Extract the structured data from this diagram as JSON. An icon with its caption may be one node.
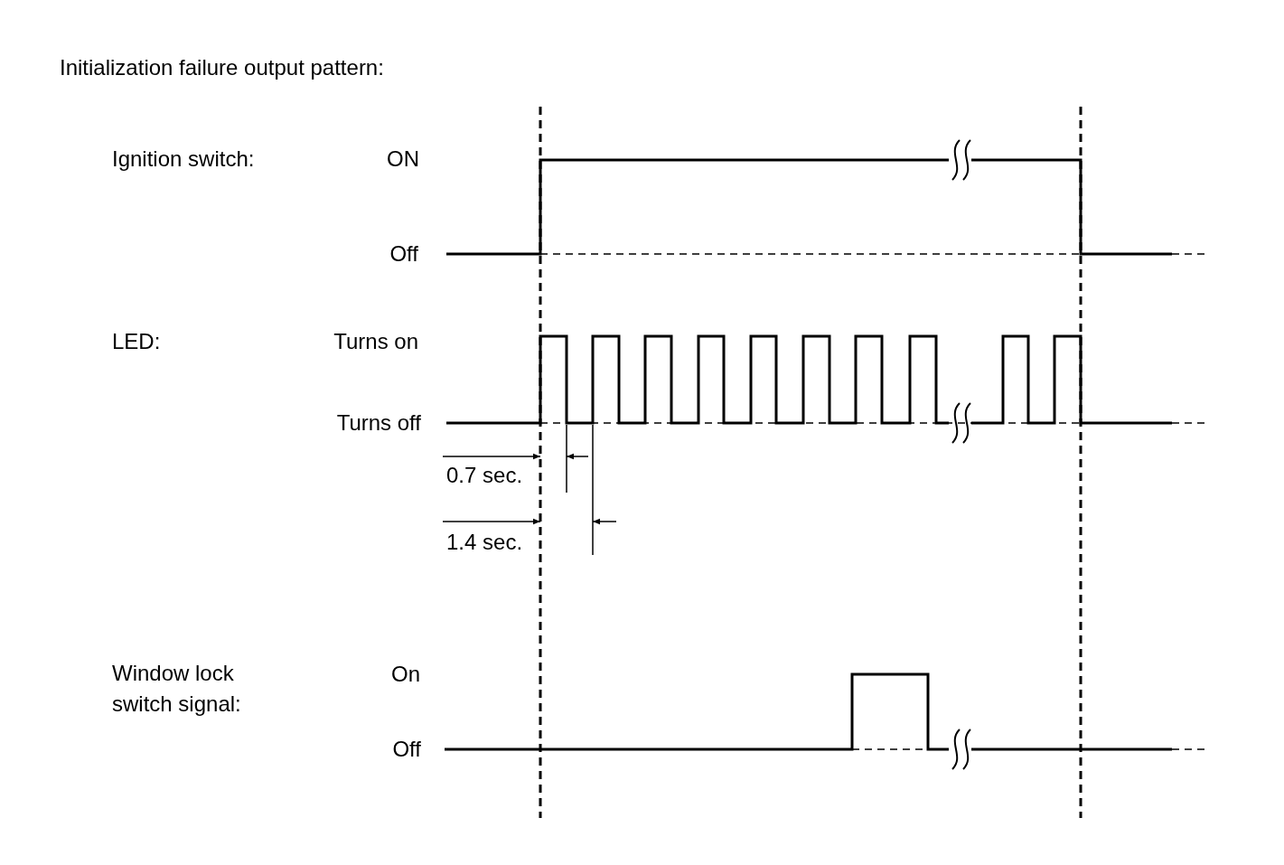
{
  "diagram": {
    "title": "Initialization failure output pattern:",
    "labels": [
      "Ignition switch:",
      "ON",
      "Off",
      "LED:",
      "Turns on",
      "Turns off",
      "0.7 sec.",
      "1.4 sec.",
      "Window lock switch signal:",
      "On",
      "Off"
    ]
  }
}
